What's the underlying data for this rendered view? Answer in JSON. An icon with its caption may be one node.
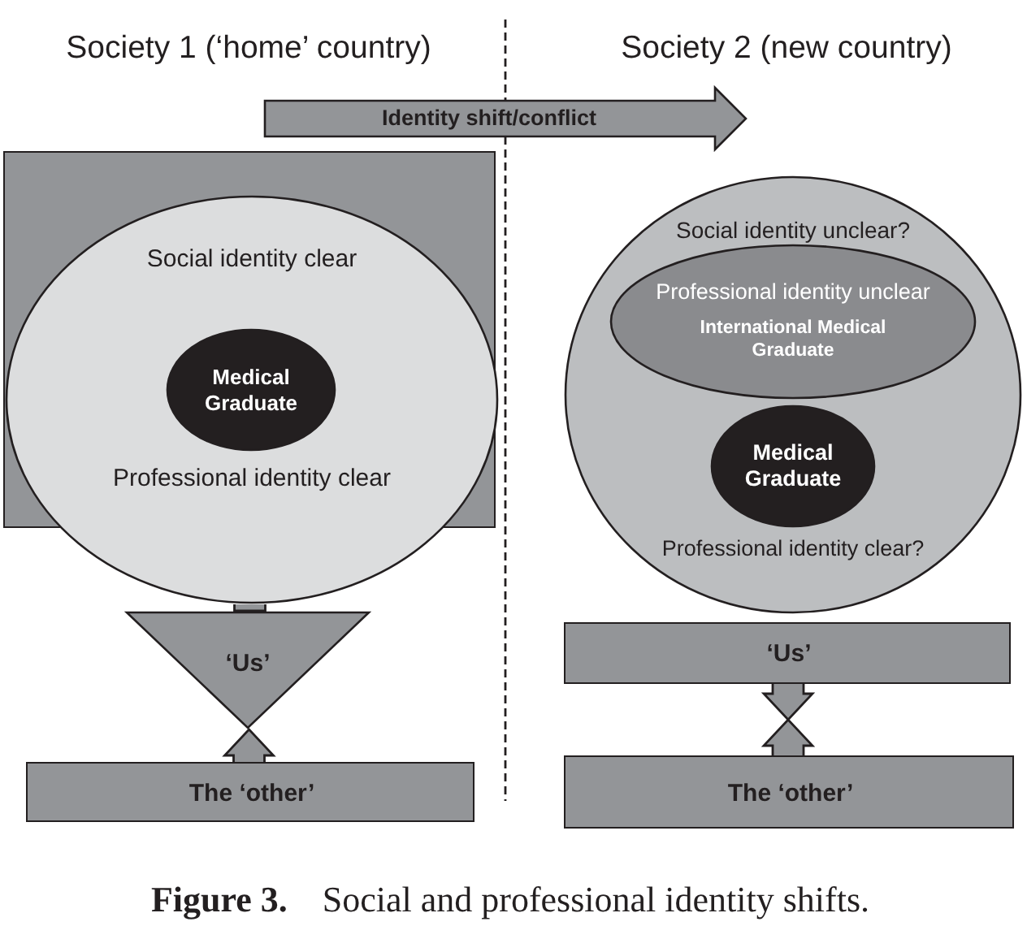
{
  "diagram": {
    "caption": "**Figure 3.** Social and professional identity shifts.",
    "nodes": [
      {
        "text": [
          "Identity shift/conflict"
        ]
      },
      {
        "text": [
          "Social identity clear",
          "Professional identity clear"
        ]
      },
      {
        "text": [
          "Medical Graduate"
        ],
        "in": 1
      },
      {
        "text": [
          "‘Us’"
        ]
      },
      {
        "text": [
          "The ‘other’"
        ]
      },
      {
        "text": [
          "Social identity unclear?",
          "Professional identity clear?"
        ]
      },
      {
        "text": [
          "Professional identity unclear",
          "International Medical Graduate"
        ],
        "in": 5
      },
      {
        "text": [
          "Medical Graduate"
        ],
        "in": 5
      },
      {
        "text": [
          "‘Us’"
        ]
      },
      {
        "text": [
          "The ‘other’"
        ]
      }
    ],
    "edges": [
      {
        "from": 1,
        "to": 3,
        "arrow": "none"
      },
      {
        "from": 4,
        "to": 3,
        "arrow": "to"
      },
      {
        "from": 8,
        "to": null,
        "arrow": "to"
      },
      {
        "from": 9,
        "to": null,
        "arrow": "to"
      }
    ],
    "labels": [
      "Society 1 (‘home’ country)",
      "Society 2 (new country)"
    ]
  }
}
